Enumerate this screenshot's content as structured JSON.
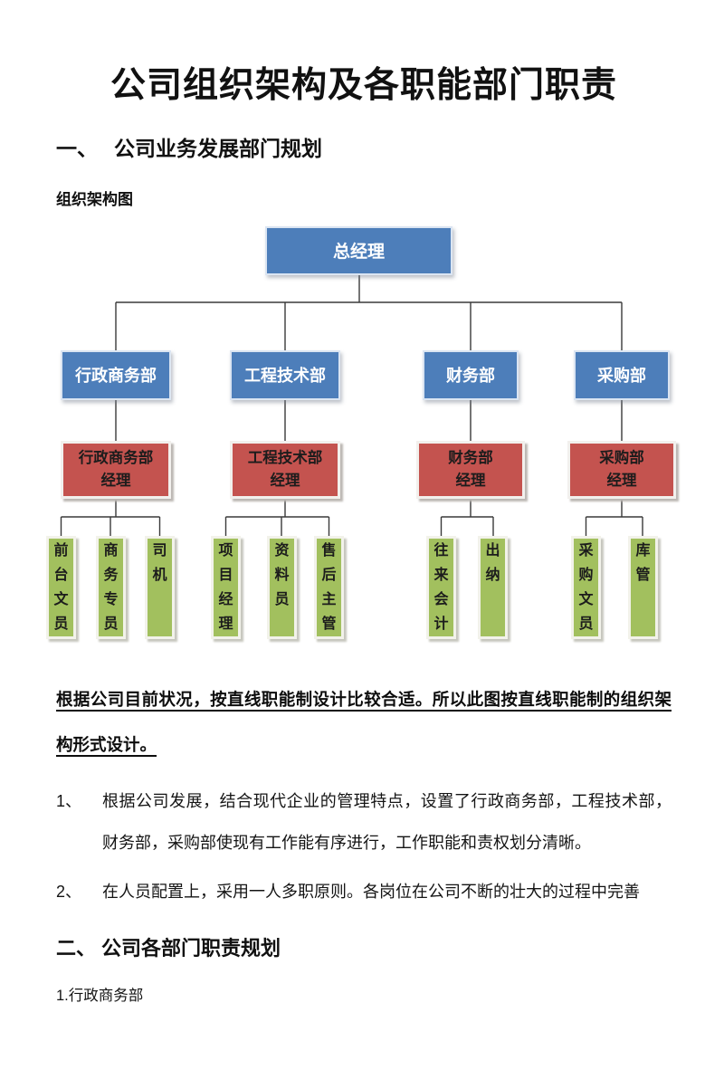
{
  "page": {
    "title": "公司组织架构及各职能部门职责",
    "section1": {
      "num": "一、",
      "title": "公司业务发展部门规划"
    },
    "chart_label": "组织架构图",
    "note": "根据公司目前状况，按直线职能制设计比较合适。所以此图按直线职能制的组织架构形式设计。",
    "list": [
      {
        "num": "1、",
        "text": "根据公司发展，结合现代企业的管理特点，设置了行政商务部，工程技术部，财务部，采购部使现有工作能有序进行，工作职能和责权划分清晰。"
      },
      {
        "num": "2、",
        "text": "在人员配置上，采用一人多职原则。各岗位在公司不断的壮大的过程中完善"
      }
    ],
    "section2": {
      "num": "二、",
      "title": "公司各部门职责规划"
    },
    "subsection": "1.行政商务部"
  },
  "org_chart": {
    "root": "总经理",
    "departments": [
      {
        "name": "行政商务部",
        "manager": [
          "行政商务部",
          "经理"
        ],
        "staff": [
          "前台文员",
          "商务专员",
          "司机"
        ]
      },
      {
        "name": "工程技术部",
        "manager": [
          "工程技术部",
          "经理"
        ],
        "staff": [
          "项目经理",
          "资料员",
          "售后主管"
        ]
      },
      {
        "name": "财务部",
        "manager": [
          "财务部",
          "经理"
        ],
        "staff": [
          "往来会计",
          "出纳"
        ]
      },
      {
        "name": "采购部",
        "manager": [
          "采购部",
          "经理"
        ],
        "staff": [
          "采购文员",
          "库管"
        ]
      }
    ],
    "colors": {
      "department_box": "#4d7eba",
      "manager_box": "#c4534f",
      "staff_box": "#a2c05e",
      "connector": "#3a3a3a"
    }
  }
}
